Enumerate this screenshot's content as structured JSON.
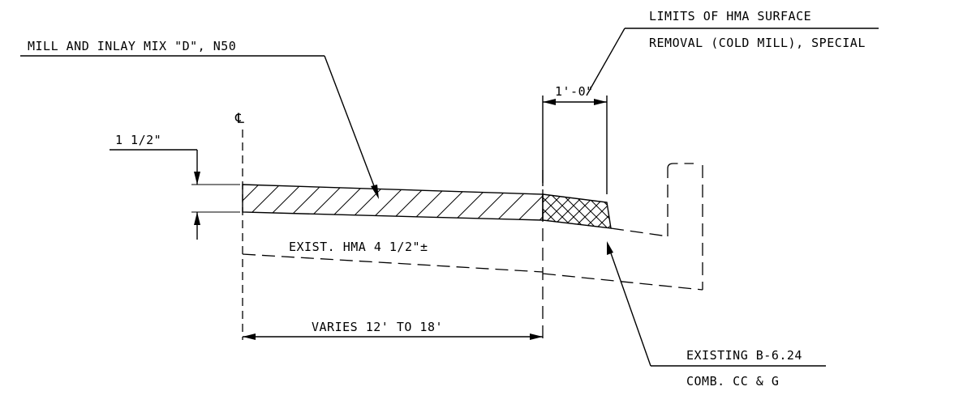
{
  "labels": {
    "mill_inlay": "MILL AND INLAY MIX \"D\", N50",
    "limits_line1": "LIMITS OF HMA SURFACE",
    "limits_line2": "REMOVAL (COLD MILL), SPECIAL",
    "dim_1ft": "1'-0\"",
    "centerline": "℄",
    "dim_thickness": "1 1/2\"",
    "exist_hma": "EXIST. HMA 4 1/2\"±",
    "varies": "VARIES 12' TO 18'",
    "existing_line1": "EXISTING B-6.24",
    "existing_line2": "COMB. CC & G"
  }
}
